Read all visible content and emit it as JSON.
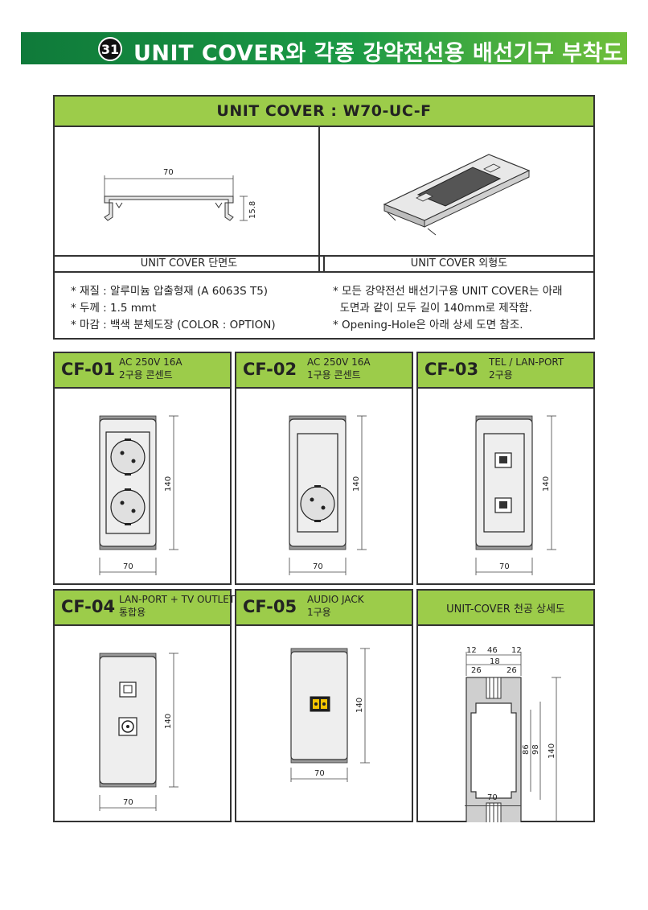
{
  "header": {
    "badge": "31",
    "title": "UNIT COVER와 각종 강약전선용 배선기구 부착도"
  },
  "spec": {
    "title": "UNIT COVER : W70-UC-F",
    "section_caption": "UNIT COVER 단면도",
    "exterior_caption": "UNIT COVER 외형도",
    "section_dims": {
      "width": "70",
      "height": "15.8"
    },
    "notes_left": [
      "* 재질 : 알루미늄 압출형재 (A 6063S T5)",
      "* 두께 : 1.5 mmt",
      "* 마감 : 백색 분체도장 (COLOR : OPTION)"
    ],
    "notes_right": [
      "* 모든 강약전선 배선기구용 UNIT COVER는 아래",
      "  도면과 같이 모두 길이 140mm로 제작함.",
      "* Opening-Hole은 아래 상세 도면 참조."
    ]
  },
  "panels": [
    {
      "code": "CF-01",
      "line1": "AC 250V 16A",
      "line2": "2구용 콘센트",
      "height": "140",
      "width": "70"
    },
    {
      "code": "CF-02",
      "line1": "AC 250V 16A",
      "line2": "1구용 콘센트",
      "height": "140",
      "width": "70"
    },
    {
      "code": "CF-03",
      "line1": "TEL / LAN-PORT",
      "line2": "2구용",
      "height": "140",
      "width": "70"
    },
    {
      "code": "CF-04",
      "line1": "LAN-PORT + TV OUTLET",
      "line2": "통합용",
      "height": "140",
      "width": "70"
    },
    {
      "code": "CF-05",
      "line1": "AUDIO JACK",
      "line2": "1구용",
      "height": "140",
      "width": "70"
    }
  ],
  "detail": {
    "title": "UNIT-COVER 천공 상세도",
    "top_dims": [
      "12",
      "46",
      "12"
    ],
    "mid_dims": [
      "26",
      "18",
      "26"
    ],
    "side_dims": [
      "86",
      "98",
      "140"
    ],
    "bottom_dim": "70"
  },
  "colors": {
    "title_green": "#1c9a45",
    "header_green": "#9ccc4a",
    "cover_grey": "#e6e6e6"
  }
}
